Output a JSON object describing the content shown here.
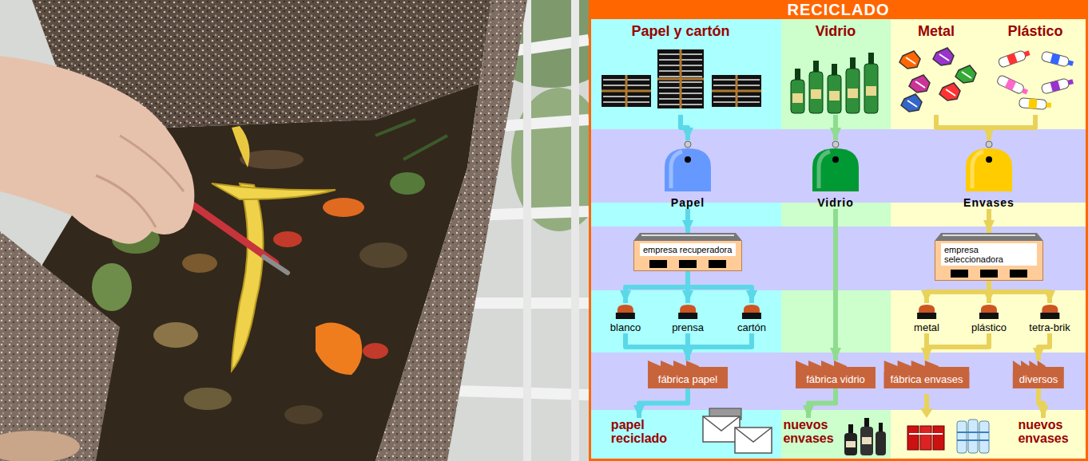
{
  "diagram": {
    "title": "RECICLADO",
    "nodes": [
      {
        "text": [
          "Papel y cartón"
        ]
      },
      {
        "text": [
          "Vidrio"
        ]
      },
      {
        "text": [
          "Metal"
        ]
      },
      {
        "text": [
          "Plástico"
        ]
      },
      {
        "text": [
          "Papel"
        ]
      },
      {
        "text": [
          "Vidrio"
        ]
      },
      {
        "text": [
          "Envases"
        ]
      },
      {
        "text": [
          "empresa recuperadora"
        ]
      },
      {
        "text": [
          "empresa seleccionadora"
        ]
      },
      {
        "text": [
          "blanco"
        ]
      },
      {
        "text": [
          "prensa"
        ]
      },
      {
        "text": [
          "cartón"
        ]
      },
      {
        "text": [
          "metal"
        ]
      },
      {
        "text": [
          "plástico"
        ]
      },
      {
        "text": [
          "tetra-brik"
        ]
      },
      {
        "text": [
          "fábrica papel"
        ]
      },
      {
        "text": [
          "fábrica vidrio"
        ]
      },
      {
        "text": [
          "fábrica envases"
        ]
      },
      {
        "text": [
          "diversos"
        ]
      },
      {
        "text": [
          "papel reciclado"
        ]
      },
      {
        "text": [
          "nuevos envases"
        ]
      },
      {
        "text": [
          "nuevos envases"
        ]
      }
    ],
    "edges": [
      {
        "from": 0,
        "to": 4,
        "arrow": "to"
      },
      {
        "from": 1,
        "to": 5,
        "arrow": "to"
      },
      {
        "from": 2,
        "to": 6,
        "arrow": "to"
      },
      {
        "from": 3,
        "to": 6,
        "arrow": "to"
      },
      {
        "from": 4,
        "to": 7,
        "arrow": "to"
      },
      {
        "from": 7,
        "to": 9,
        "arrow": "to"
      },
      {
        "from": 7,
        "to": 10,
        "arrow": "to"
      },
      {
        "from": 7,
        "to": 11,
        "arrow": "to"
      },
      {
        "from": 9,
        "to": 15,
        "arrow": "to"
      },
      {
        "from": 10,
        "to": 15,
        "arrow": "to"
      },
      {
        "from": 11,
        "to": 15,
        "arrow": "to"
      },
      {
        "from": 15,
        "to": 19,
        "arrow": "to"
      },
      {
        "from": 5,
        "to": 16,
        "arrow": "to"
      },
      {
        "from": 16,
        "to": 20,
        "arrow": "to"
      },
      {
        "from": 6,
        "to": 8,
        "arrow": "to"
      },
      {
        "from": 8,
        "to": 12,
        "arrow": "to"
      },
      {
        "from": 8,
        "to": 13,
        "arrow": "to"
      },
      {
        "from": 8,
        "to": 14,
        "arrow": "to"
      },
      {
        "from": 12,
        "to": 17,
        "arrow": "to"
      },
      {
        "from": 13,
        "to": 17,
        "arrow": "to"
      },
      {
        "from": 14,
        "to": 18,
        "arrow": "to"
      },
      {
        "from": 18,
        "to": 21,
        "arrow": "to"
      }
    ]
  }
}
